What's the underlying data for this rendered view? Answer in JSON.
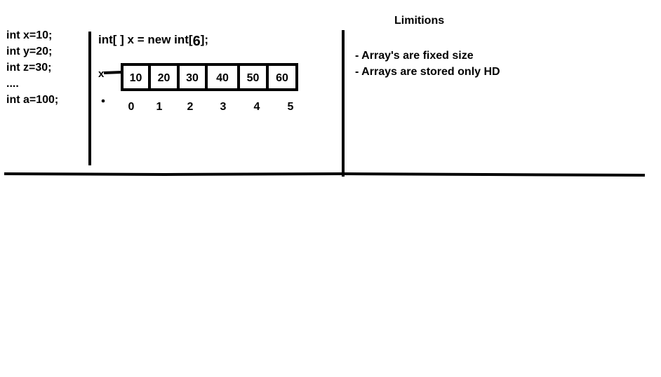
{
  "left_panel": {
    "lines": [
      "int x=10;",
      "int y=20;",
      "int z=30;",
      "....",
      "int a=100;"
    ]
  },
  "middle_panel": {
    "declaration_prefix": "int[ ] x = new int[",
    "declaration_size": "6",
    "declaration_suffix": "];",
    "array_label": "x",
    "cells": [
      "10",
      "20",
      "30",
      "40",
      "50",
      "60"
    ],
    "indices": [
      "0",
      "1",
      "2",
      "3",
      "4",
      "5"
    ]
  },
  "right_panel": {
    "title": "Limitions",
    "notes": [
      "- Array's are fixed size",
      "- Arrays are stored only HD"
    ]
  }
}
